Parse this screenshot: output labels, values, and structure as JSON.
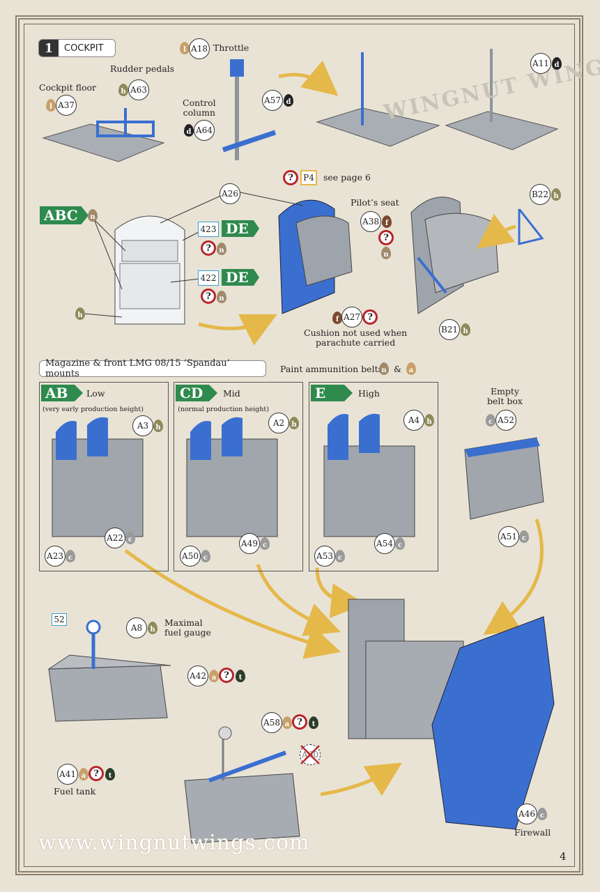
{
  "colors": {
    "blue": "#3a6fd0",
    "grey": "#9ea4ab",
    "green": "#2f8a4d",
    "red": "#b8262a",
    "tan": "#c8a06b",
    "olive": "#8f8a5a",
    "brown": "#7a4a2e",
    "bg": "#e9e3d6",
    "arrow": "#e5b84a"
  },
  "step": {
    "number": "1",
    "title": "COCKPIT"
  },
  "labels": {
    "throttle": "Throttle",
    "rudder_pedals": "Rudder pedals",
    "cockpit_floor": "Cockpit floor",
    "control_column": "Control\ncolumn",
    "see_page": "see page 6",
    "pilots_seat": "Pilot’s seat",
    "cushion": "Cushion not used when\nparachute carried",
    "magazine_header": "Magazine & front LMG 08/15 ‘Spandau’ mounts",
    "paint_belts": "Paint ammunition belts",
    "amp": "&",
    "empty_belt_box": "Empty\nbelt box",
    "maximal": "Maximal\nfuel gauge",
    "fuel_tank": "Fuel tank",
    "firewall": "Firewall",
    "page_number": "4",
    "watermark": "www.wingnutwings.com",
    "logo": "WINGNUT WINGS"
  },
  "options": {
    "abc": "ABC",
    "de": "DE",
    "ab": "AB",
    "cd": "CD",
    "e": "E",
    "low": "Low",
    "low_note": "(very early production height)",
    "mid": "Mid",
    "mid_note": "(normal production height)",
    "high": "High"
  },
  "parts": {
    "A18": "A18",
    "A63": "A63",
    "A37": "A37",
    "A64": "A64",
    "A57": "A57",
    "A11": "A11",
    "P4": "P4",
    "A26": "A26",
    "B22": "B22",
    "A38": "A38",
    "A27": "A27",
    "B21": "B21",
    "p423": "423",
    "p422": "422",
    "A3": "A3",
    "A22": "A22",
    "A23": "A23",
    "A2": "A2",
    "A49": "A49",
    "A50": "A50",
    "A4": "A4",
    "A54": "A54",
    "A53": "A53",
    "A52": "A52",
    "A51": "A51",
    "p52": "52",
    "A8": "A8",
    "A42": "A42",
    "A41": "A41",
    "A58": "A58",
    "A60": "A60",
    "A46": "A46"
  },
  "paints": {
    "l": "l",
    "h": "h",
    "d": "d",
    "f": "f",
    "n": "n",
    "c": "c",
    "a": "a",
    "t": "t",
    "q": "?"
  }
}
